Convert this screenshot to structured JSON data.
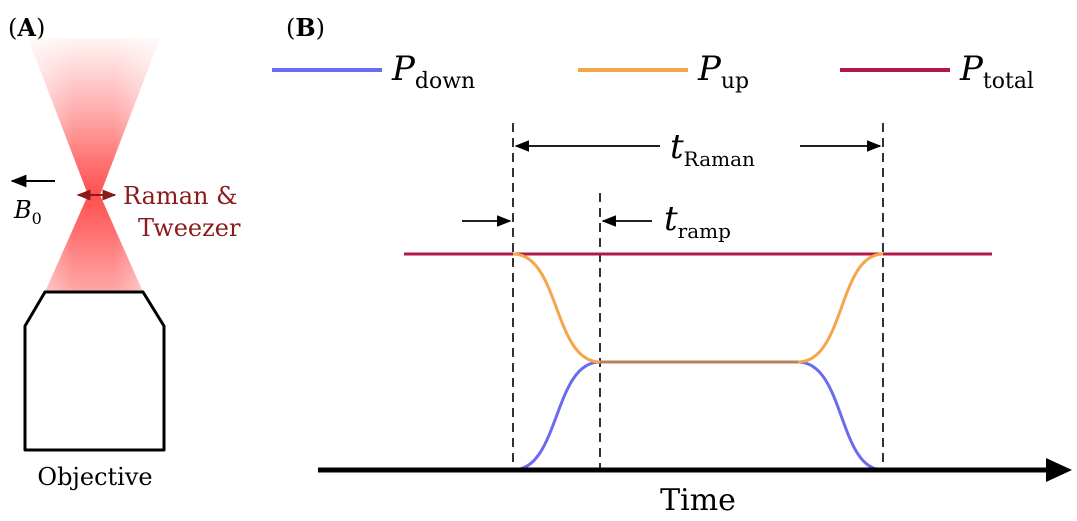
{
  "panel_a": {
    "label_open": "(",
    "label_letter": "A",
    "label_close": ")",
    "field_symbol": "B",
    "field_subscript": "0",
    "beam_label_line1": "Raman &",
    "beam_label_line2": "Tweezer",
    "objective_label": "Objective"
  },
  "panel_b": {
    "label_open": "(",
    "label_letter": "B",
    "label_close": ")",
    "legend": [
      {
        "symbol": "P",
        "subscript": "down",
        "color": "#6b6bef"
      },
      {
        "symbol": "P",
        "subscript": "up",
        "color": "#f5a54a"
      },
      {
        "symbol": "P",
        "subscript": "total",
        "color": "#b3184a"
      }
    ],
    "t_raman_symbol": "t",
    "t_raman_subscript": "Raman",
    "t_ramp_symbol": "t",
    "t_ramp_subscript": "ramp",
    "time_axis_label": "Time"
  },
  "colors": {
    "beam": "#ff3b3b",
    "beam_label": "#8b1a1a",
    "down": "#6b6bef",
    "up": "#f5a54a",
    "total": "#b3184a",
    "overlap": "#b9805e"
  }
}
